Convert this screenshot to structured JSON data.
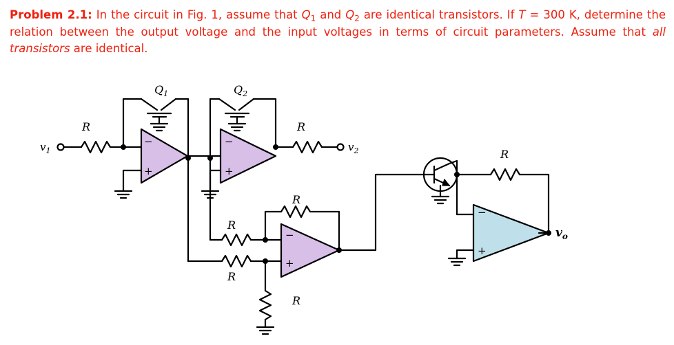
{
  "problem": {
    "label": "Problem 2.1:",
    "line1_a": " In the circuit in Fig. 1, assume that ",
    "q1": "Q",
    "q1_sub": "1",
    "and": " and ",
    "q2": "Q",
    "q2_sub": "2",
    "line1_b": " are identical transistors. If ",
    "t_sym": "T",
    "temp": " = 300 K, determine the relation between the output voltage and the input voltages in terms of circuit parameters. Assume that ",
    "emph": "all transistors",
    "tail": " are identical."
  },
  "circuit": {
    "labels": {
      "q1": "Q",
      "q1_sub": "1",
      "q2": "Q",
      "q2_sub": "2",
      "v1": "v",
      "v1_sub": "1",
      "v2": "v",
      "v2_sub": "2",
      "vo": "v",
      "vo_sub": "o",
      "r_in1": "R",
      "r_mid": "R",
      "r_fb2": "R",
      "r_fb3": "R",
      "r_in3": "R",
      "r_in3b": "R",
      "r_gnd3": "R",
      "r_fb4": "R",
      "minus": "−",
      "plus": "+"
    },
    "colors": {
      "opamp_purple_fill": "#d8bfe8",
      "opamp_blue_fill": "#bfe0ea",
      "wire": "#000000",
      "problem_text": "#ee2211"
    }
  }
}
